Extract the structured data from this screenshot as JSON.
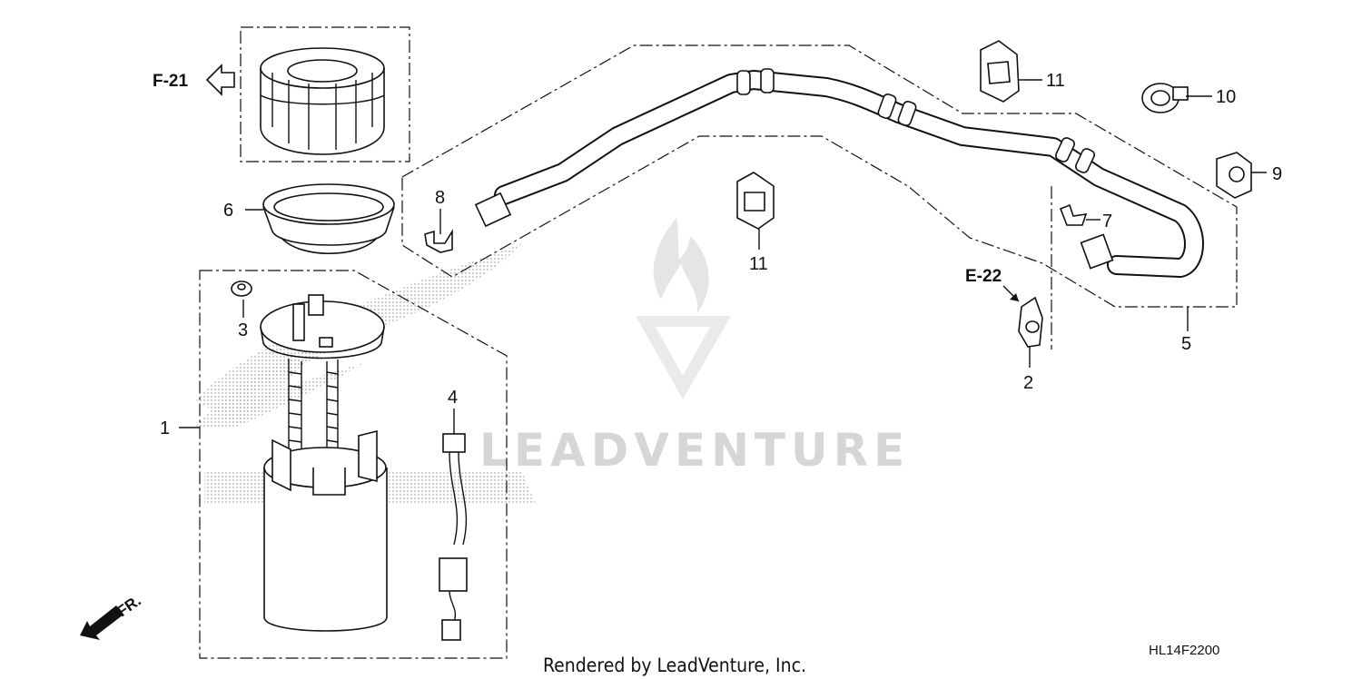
{
  "callouts": {
    "c1": "1",
    "c2": "2",
    "c3": "3",
    "c4": "4",
    "c5": "5",
    "c6": "6",
    "c7": "7",
    "c8": "8",
    "c9": "9",
    "c10": "10",
    "c11a": "11",
    "c11b": "11"
  },
  "references": {
    "f21": "F-21",
    "e22": "E-22"
  },
  "direction": {
    "front_label": "FR."
  },
  "watermark": {
    "text": "LEADVENTURE",
    "logo": "leadventure-flame-logo"
  },
  "footer": {
    "rendered_by": "Rendered by LeadVenture, Inc.",
    "diagram_code": "HL14F2200"
  }
}
